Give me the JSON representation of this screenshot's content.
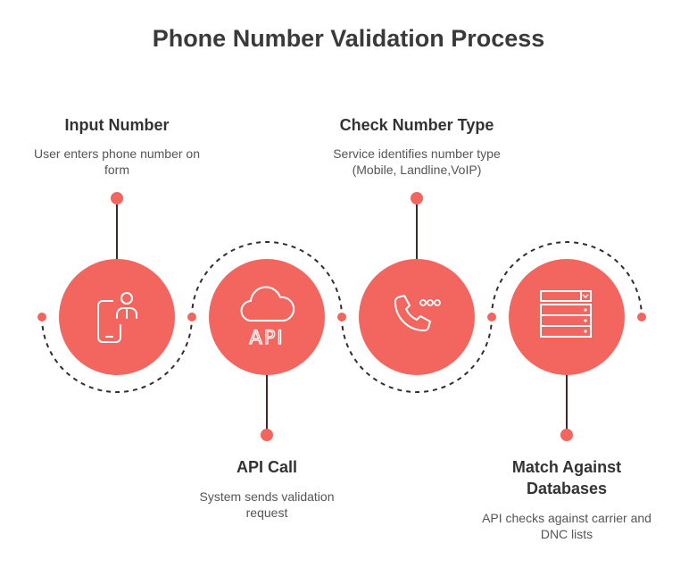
{
  "title": "Phone Number Validation Process",
  "colors": {
    "circle": "#f2665f",
    "dot": "#f2665f",
    "dash": "#3b2a2a",
    "title": "#3a3a3a",
    "text": "#555555"
  },
  "steps": [
    {
      "title": "Input Number",
      "desc": "User enters phone number on form",
      "icon": "phone-user-icon"
    },
    {
      "title": "API Call",
      "desc": "System sends validation request",
      "icon": "cloud-api-icon",
      "icon_text": "API"
    },
    {
      "title": "Check Number Type",
      "desc": "Service identifies number type (Mobile, Landline,VoIP)",
      "icon": "phone-call-icon"
    },
    {
      "title": "Match Against Databases",
      "desc": "API checks against carrier and DNC lists",
      "icon": "database-server-icon"
    }
  ]
}
